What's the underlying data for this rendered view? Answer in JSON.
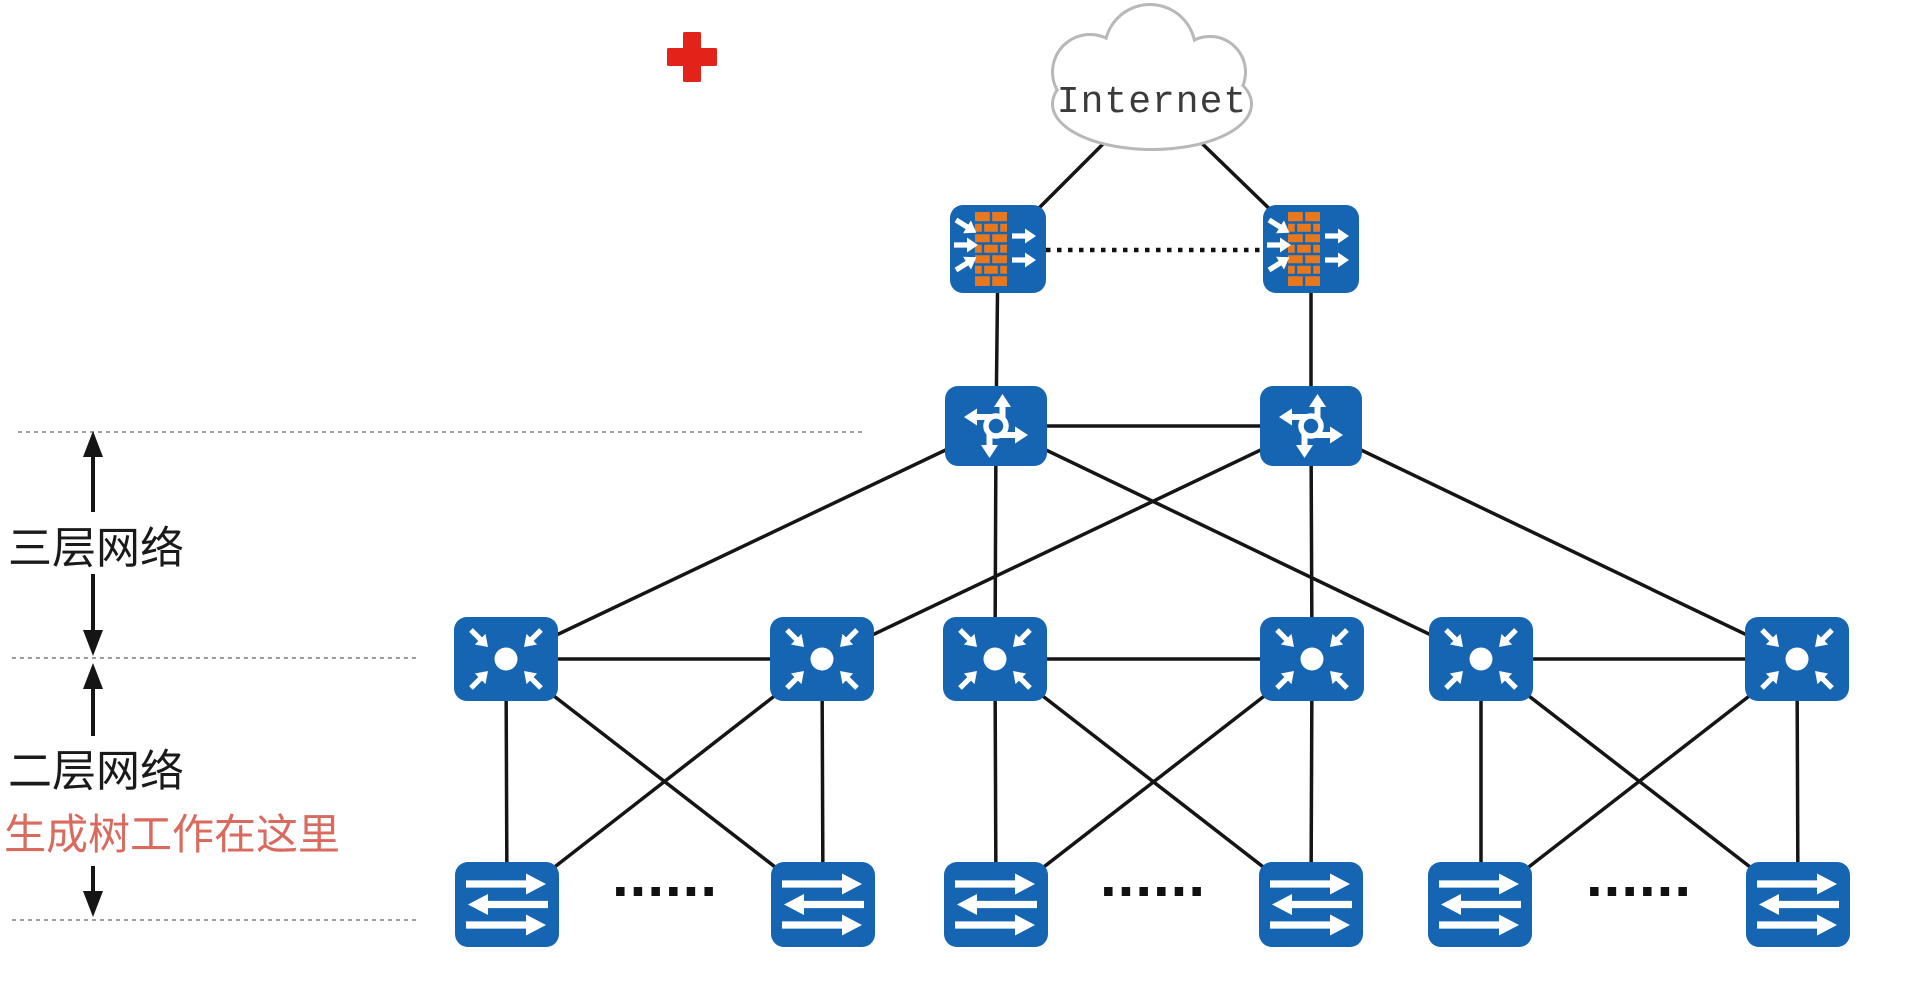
{
  "diagram": {
    "cloud_label": "Internet",
    "annotations": {
      "layer3": "三层网络",
      "layer2": "二层网络",
      "stp_note": "生成树工作在这里",
      "ellipsis": "......"
    },
    "icons": [
      "internet-cloud",
      "firewall",
      "core-router",
      "aggregation-switch",
      "access-switch",
      "red-cross-marker"
    ],
    "node_counts": {
      "firewalls": 2,
      "core_routers": 2,
      "aggregation_switches": 6,
      "access_switches": 6
    },
    "colors": {
      "node_blue": "#1565b2",
      "brick_orange": "#e8781e",
      "link_black": "#151515",
      "guide_gray": "#9c9c9c",
      "cloud_gray": "#b8b8b8",
      "red_marker": "#e3221a",
      "stp_text_red": "#d96a5e",
      "label_black": "#1a1a1a"
    }
  }
}
